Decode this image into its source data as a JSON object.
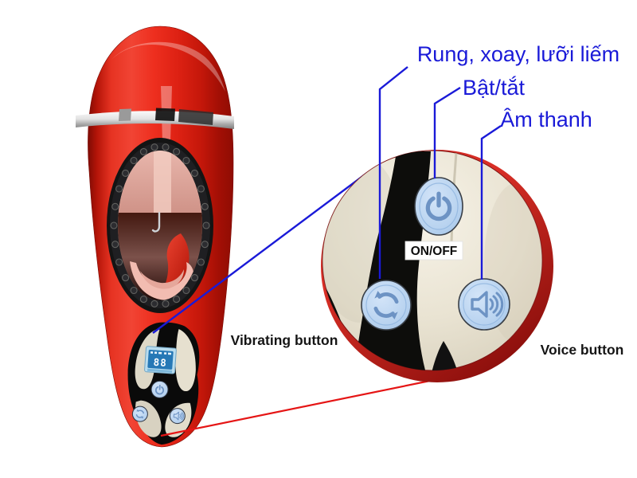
{
  "title": "Automatic male cup product callout diagram",
  "callouts": {
    "vibrate_label": "Rung, xoay, lưỡi liếm",
    "power_label": "Bật/tắt",
    "sound_label": "Âm thanh"
  },
  "inset": {
    "on_off_badge": "ON/OFF",
    "vibrating_caption": "Vibrating button",
    "voice_caption": "Voice button"
  },
  "device": {
    "display_value": "88"
  },
  "icons": {
    "power": "power-icon (circle with vertical bar)",
    "vibrate": "rotate-arrows-icon (two circular arrows)",
    "voice": "speaker-icon (loudspeaker with 3 sound waves)"
  },
  "colors": {
    "callout_blue": "#1a1ad8",
    "connector_red": "#e51515",
    "device_red": "#e8281a",
    "ring_red": "#c82620",
    "button_blue": "#b7d2ef",
    "inset_cream": "#ece6d7",
    "lcd_blue": "#2678b6"
  }
}
